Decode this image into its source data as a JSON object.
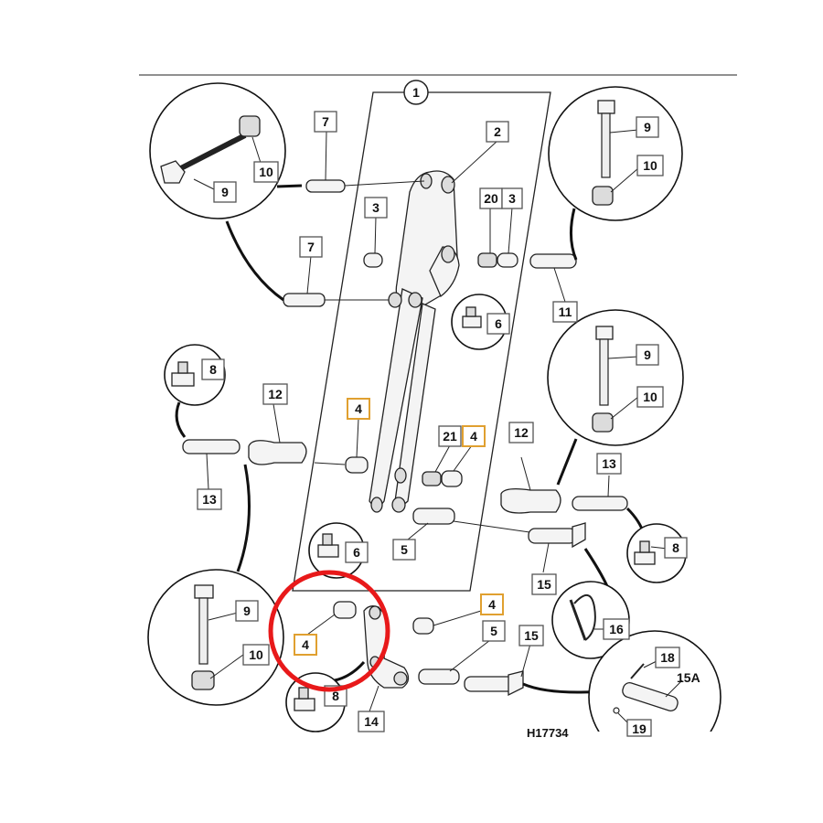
{
  "figure": {
    "reference": "H17734",
    "header_circle_label": "1"
  },
  "labels": {
    "l7a": "7",
    "l2": "2",
    "l3a": "3",
    "l20": "20",
    "l3b": "3",
    "l9a": "9",
    "l10a": "10",
    "l7b": "7",
    "l9b": "9",
    "l10b": "10",
    "l11": "11",
    "l6a": "6",
    "l8a": "8",
    "l12a": "12",
    "l4a": "4",
    "l21": "21",
    "l4b": "4",
    "l12b": "12",
    "l9c": "9",
    "l10c": "10",
    "l13a": "13",
    "l13b": "13",
    "l6b": "6",
    "l5a": "5",
    "l8b": "8",
    "l15a": "15",
    "l9d": "9",
    "l10d": "10",
    "l4c": "4",
    "l4d": "4",
    "l5b": "5",
    "l16": "16",
    "l15b": "15",
    "l8c": "8",
    "l14": "14",
    "l18": "18",
    "l15A": "15A",
    "l19": "19"
  },
  "highlight": {
    "ring_color": "#e8191a",
    "box_color": "#e0a030"
  }
}
